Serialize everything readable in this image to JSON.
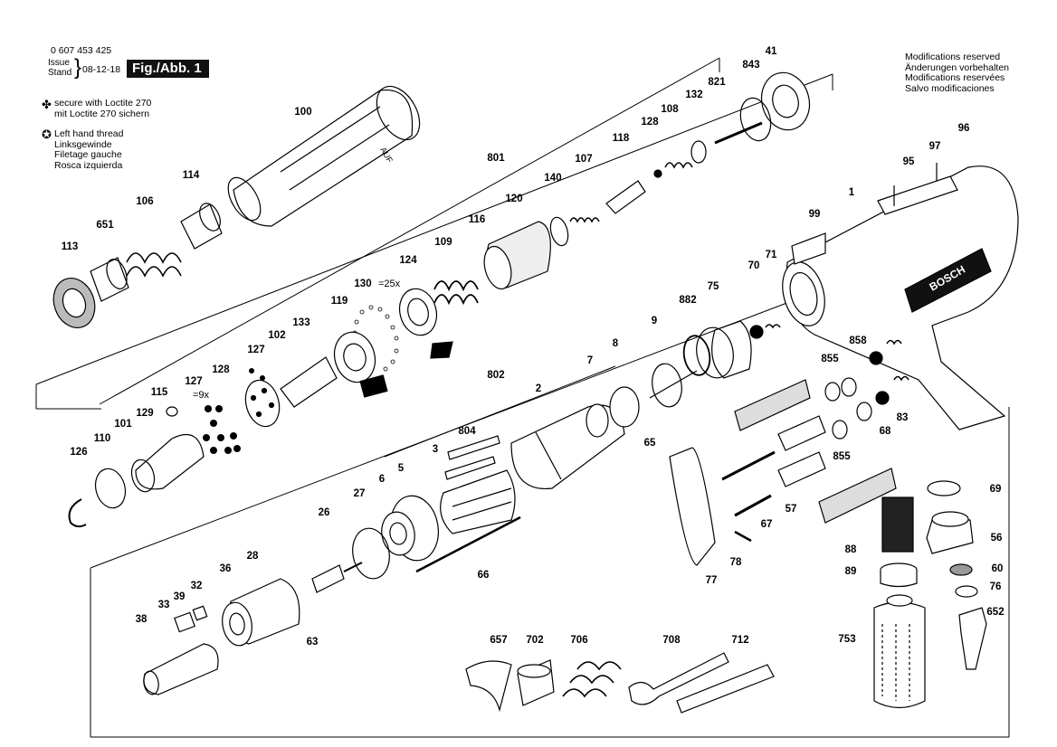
{
  "header": {
    "doc_number": "0 607 453 425",
    "issue_label": "Issue",
    "stand_label": "Stand",
    "brace": "}",
    "date": "08-12-18",
    "figure": "Fig./Abb. 1"
  },
  "legend": {
    "loctite_icon": "clover-icon",
    "loctite_lines": [
      "secure with Loctite 270",
      "mit Loctite 270 sichern"
    ],
    "thread_icon": "star-circle-icon",
    "thread_lines": [
      "Left hand thread",
      "Linksgewinde",
      "Filetage gauche",
      "Rosca izquierda"
    ]
  },
  "modifications": [
    "Modifications reserved",
    "Änderungen vorbehalten",
    "Modifications reservées",
    "Salvo modificaciones"
  ],
  "brand": "BOSCH",
  "motor_marking": "AUF",
  "part_labels": [
    "100",
    "114",
    "106",
    "651",
    "113",
    "843",
    "41",
    "821",
    "132",
    "108",
    "128",
    "118",
    "107",
    "801",
    "140",
    "120",
    "116",
    "109",
    "124",
    "130",
    "119",
    "133",
    "102",
    "127",
    "128",
    "115",
    "127",
    "129",
    "101",
    "110",
    "126",
    "96",
    "97",
    "95",
    "1",
    "99",
    "71",
    "70",
    "75",
    "882",
    "9",
    "8",
    "7",
    "802",
    "2",
    "804",
    "3",
    "5",
    "6",
    "65",
    "858",
    "855",
    "855",
    "83",
    "68",
    "57",
    "67",
    "77",
    "78",
    "69",
    "56",
    "88",
    "89",
    "60",
    "76",
    "652",
    "753",
    "27",
    "26",
    "28",
    "36",
    "32",
    "39",
    "33",
    "38",
    "63",
    "66",
    "657",
    "702",
    "706",
    "708",
    "712"
  ],
  "part_annotations": {
    "130": "=25x",
    "127b": "=9x"
  }
}
